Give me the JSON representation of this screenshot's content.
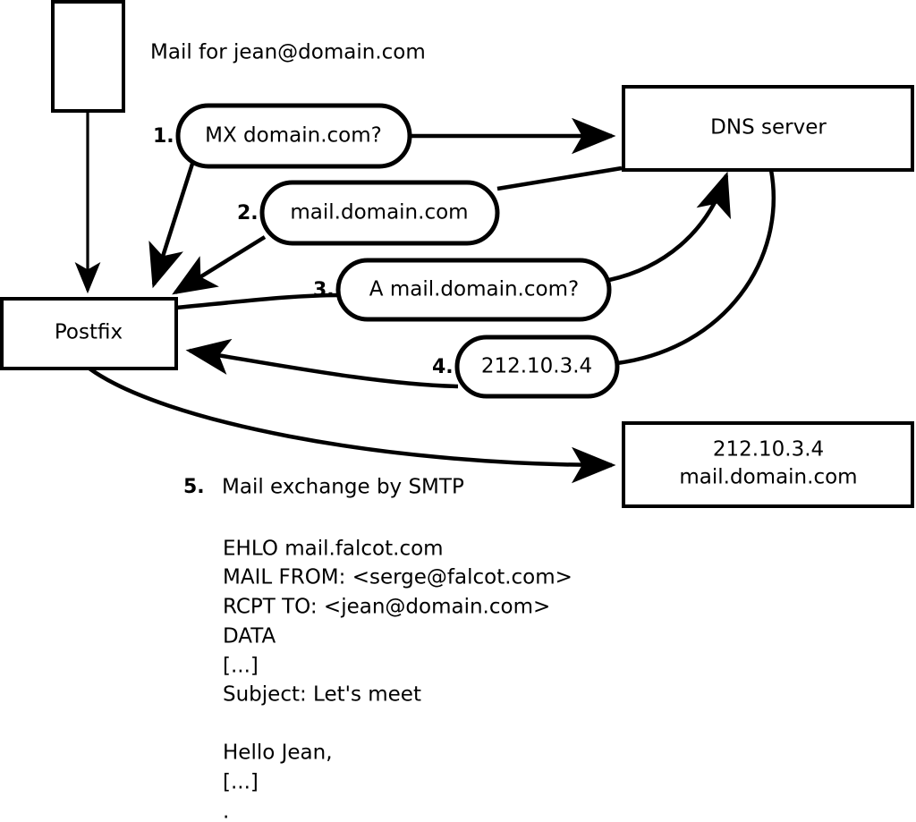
{
  "diagram": {
    "title_text": "Mail for jean@domain.com",
    "nodes": [
      {
        "id": "client",
        "label": ""
      },
      {
        "id": "postfix",
        "label": "Postfix"
      },
      {
        "id": "dns",
        "label": "DNS server"
      },
      {
        "id": "mailserver",
        "label_line1": "212.10.3.4",
        "label_line2": "mail.domain.com"
      }
    ],
    "steps": [
      {
        "number": "1.",
        "label": "MX domain.com?"
      },
      {
        "number": "2.",
        "label": "mail.domain.com"
      },
      {
        "number": "3.",
        "label": "A mail.domain.com?"
      },
      {
        "number": "4.",
        "label": "212.10.3.4"
      },
      {
        "number": "5.",
        "label": "Mail exchange by SMTP"
      }
    ],
    "smtp_transcript": [
      "EHLO mail.falcot.com",
      "MAIL FROM: <serge@falcot.com>",
      "RCPT TO: <jean@domain.com>",
      "DATA",
      "[...]",
      "Subject: Let's meet",
      "",
      "Hello Jean,",
      "[...]",
      "."
    ],
    "colors": {
      "stroke": "#000000",
      "fill": "#ffffff",
      "text": "#000000"
    }
  }
}
